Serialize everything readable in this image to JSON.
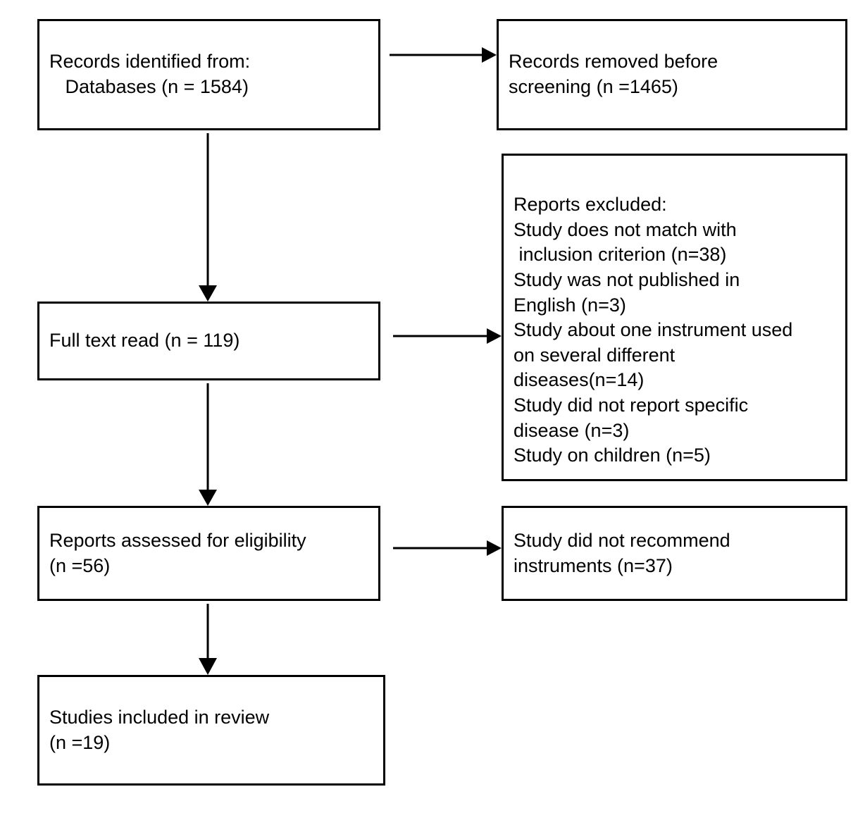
{
  "diagram": {
    "type": "prisma-flow-diagram",
    "title": "",
    "background_color": "#ffffff",
    "line_color": "#000000",
    "text_color": "#000000"
  },
  "boxes": {
    "records_identified": {
      "text": "Records identified from:\n   Databases (n = 1584)",
      "count": 1584
    },
    "records_removed": {
      "text": "Records removed before\nscreening (n =1465)",
      "count": 1465
    },
    "full_text_read": {
      "text": "Full text read (n = 119)",
      "count": 119
    },
    "reports_excluded": {
      "text": "Reports excluded:\nStudy does not match with\n inclusion criterion (n=38)\nStudy was not published in\nEnglish (n=3)\nStudy about one instrument used\non several different\ndiseases(n=14)\nStudy did not report specific\ndisease (n=3)\nStudy on children (n=5)",
      "reasons": [
        {
          "label": "Study does not match with inclusion criterion",
          "count": 38
        },
        {
          "label": "Study was not published in English",
          "count": 3
        },
        {
          "label": "Study about one instrument used on several different diseases",
          "count": 14
        },
        {
          "label": "Study did not report specific disease",
          "count": 3
        },
        {
          "label": "Study on children",
          "count": 5
        }
      ]
    },
    "reports_assessed": {
      "text": "Reports assessed for eligibility\n(n =56)",
      "count": 56
    },
    "no_recommendation": {
      "text": "Study did not recommend\ninstruments (n=37)",
      "count": 37
    },
    "studies_included": {
      "text": "Studies included in review\n(n =19)",
      "count": 19
    }
  },
  "arrows": {
    "identified_to_removed": {
      "direction": "right"
    },
    "identified_to_fulltext": {
      "direction": "down"
    },
    "fulltext_to_excluded": {
      "direction": "right"
    },
    "fulltext_to_assessed": {
      "direction": "down"
    },
    "assessed_to_norecommend": {
      "direction": "right"
    },
    "assessed_to_included": {
      "direction": "down"
    }
  }
}
